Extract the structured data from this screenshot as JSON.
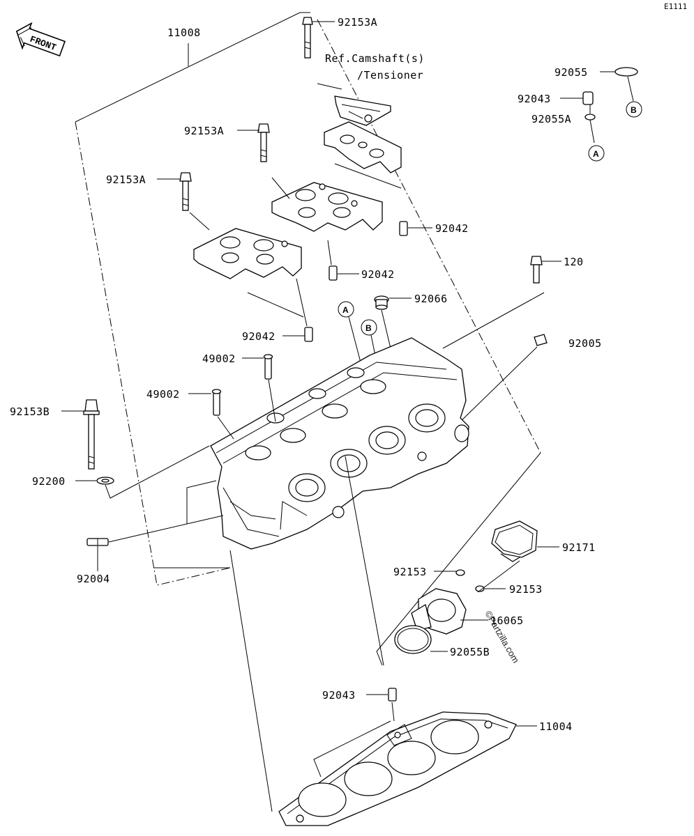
{
  "diagram": {
    "code": "E1111",
    "front_label": "FRONT",
    "reference": {
      "line1": "Ref.Camshaft(s)",
      "line2": "/Tensioner"
    },
    "watermark": "©Partzilla.com",
    "callouts": {
      "a": "A",
      "b": "B"
    },
    "parts": [
      {
        "number": "11008"
      },
      {
        "number": "92153A"
      },
      {
        "number": "92153A"
      },
      {
        "number": "92153A"
      },
      {
        "number": "92055"
      },
      {
        "number": "92043"
      },
      {
        "number": "92055A"
      },
      {
        "number": "92042"
      },
      {
        "number": "92042"
      },
      {
        "number": "92042"
      },
      {
        "number": "120"
      },
      {
        "number": "92066"
      },
      {
        "number": "92005"
      },
      {
        "number": "49002"
      },
      {
        "number": "49002"
      },
      {
        "number": "92153B"
      },
      {
        "number": "92200"
      },
      {
        "number": "92004"
      },
      {
        "number": "92171"
      },
      {
        "number": "92153"
      },
      {
        "number": "92153"
      },
      {
        "number": "16065"
      },
      {
        "number": "92055B"
      },
      {
        "number": "92043"
      },
      {
        "number": "11004"
      }
    ]
  }
}
